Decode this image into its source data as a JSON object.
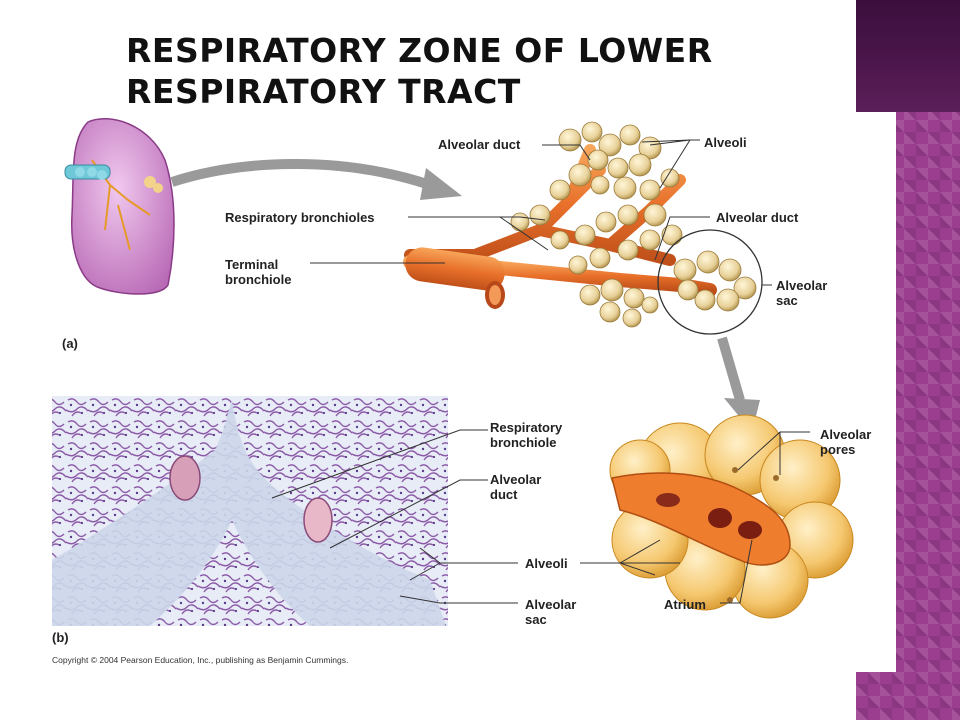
{
  "slide": {
    "title": "Respiratory Zone of Lower Respiratory Tract",
    "accent_color": "#9b3e8f",
    "dark_accent": "#3a0e3d"
  },
  "figure_a": {
    "panel_tag": "(a)",
    "labels": {
      "alveolar_duct_top": "Alveolar duct",
      "alveoli": "Alveoli",
      "respiratory_bronchioles": "Respiratory bronchioles",
      "alveolar_duct_right": "Alveolar duct",
      "terminal_bronchiole_1": "Terminal",
      "terminal_bronchiole_2": "bronchiole",
      "alveolar_sac_1": "Alveolar",
      "alveolar_sac_2": "sac"
    }
  },
  "figure_b": {
    "panel_tag": "(b)",
    "labels": {
      "respiratory_bronchiole_1": "Respiratory",
      "respiratory_bronchiole_2": "bronchiole",
      "alveolar_duct_1": "Alveolar",
      "alveolar_duct_2": "duct",
      "alveoli": "Alveoli",
      "alveolar_sac_1": "Alveolar",
      "alveolar_sac_2": "sac"
    }
  },
  "figure_c": {
    "labels": {
      "alveolar_pores_1": "Alveolar",
      "alveolar_pores_2": "pores",
      "atrium": "Atrium"
    }
  },
  "copyright": "Copyright © 2004 Pearson Education, Inc., publishing as Benjamin Cummings."
}
